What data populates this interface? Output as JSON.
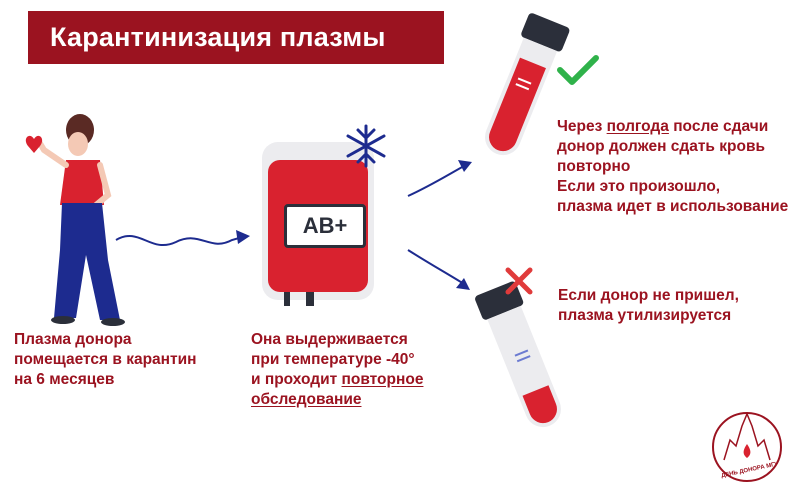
{
  "title": "Карантинизация плазмы",
  "bag": {
    "label": "AB+"
  },
  "captions": {
    "donor": {
      "line1": "Плазма донора",
      "line2": "помещается в карантин",
      "line3": "на 6 месяцев"
    },
    "bag": {
      "line1": "Она выдерживается",
      "line2": "при температуре -40°",
      "line3_prefix": "и проходит ",
      "line3_underlined": "повторное",
      "line4_underlined": "обследование"
    },
    "yes": {
      "line1_prefix": "Через ",
      "line1_underlined": "полгода",
      "line1_suffix": " после сдачи",
      "line2": "донор должен сдать кровь",
      "line3": "повторно",
      "line4": "Если это произошло,",
      "line5": "плазма идет в использование"
    },
    "no": {
      "line1": "Если донор не пришел,",
      "line2": "плазма утилизируется"
    }
  },
  "logo": {
    "text": "ДЕНЬ ДОНОРА МГУ"
  },
  "colors": {
    "accent": "#9b1320",
    "blood": "#d9222f",
    "dark": "#2b2f3a",
    "navy": "#1d2b8f",
    "check": "#2fb24a",
    "cross": "#e03b3b"
  }
}
